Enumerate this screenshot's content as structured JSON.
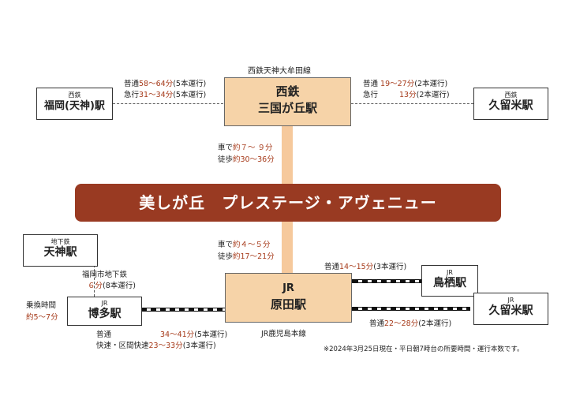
{
  "line_labels": {
    "nishitetsu_line": "西鉄天神大牟田線",
    "jr_line": "JR鹿児島本線"
  },
  "main_banner": "美しが丘　プレステージ・アヴェニュー",
  "stations": {
    "mikunigaoka": {
      "operator": "西鉄",
      "name": "三国が丘駅"
    },
    "harada": {
      "operator": "JR",
      "name": "原田駅"
    },
    "fukuoka_tenjin": {
      "operator": "西鉄",
      "name": "福岡(天神)駅"
    },
    "kurume_nishitetsu": {
      "operator": "西鉄",
      "name": "久留米駅"
    },
    "tenjin_subway": {
      "operator": "地下鉄",
      "name": "天神駅"
    },
    "hakata": {
      "operator": "JR",
      "name": "博多駅"
    },
    "tosu": {
      "operator": "JR",
      "name": "鳥栖駅"
    },
    "kurume_jr": {
      "operator": "JR",
      "name": "久留米駅"
    }
  },
  "routes": {
    "to_fukuoka": {
      "local_label": "普通",
      "local_time": "58～64分",
      "local_count": "(5本運行)",
      "express_label": "急行",
      "express_time": "31～34分",
      "express_count": "(5本運行)"
    },
    "to_kurume_nishitetsu": {
      "local_label": "普通",
      "local_time": "19～27分",
      "local_count": "(2本運行)",
      "express_label": "急行",
      "express_time": "13分",
      "express_count": "(2本運行)"
    },
    "mikunigaoka_access": {
      "car_label": "車で",
      "car_time": "約７～ ９分",
      "walk_label": "徒歩",
      "walk_time": "約30～36分"
    },
    "harada_access": {
      "car_label": "車で",
      "car_time": "約４～５分",
      "walk_label": "徒歩",
      "walk_time": "約17～21分"
    },
    "subway": {
      "line_name": "福岡市地下鉄",
      "time": "６分",
      "count": "(8本運行)"
    },
    "transfer": {
      "label": "乗換時間",
      "time": "約5～7分"
    },
    "to_hakata": {
      "local_label": "普通",
      "local_time": "34～41分",
      "local_count": "(5本運行)",
      "rapid_label": "快速・区間快速",
      "rapid_time": "23～33分",
      "rapid_count": "(3本運行)"
    },
    "to_tosu": {
      "label": "普通",
      "time": "14～15分",
      "count": "(3本運行)"
    },
    "to_kurume_jr": {
      "label": "普通",
      "time": "22～28分",
      "count": "(2本運行)"
    }
  },
  "footnote": "※2024年3月25日現在・平日朝7時台の所要時間・運行本数です。",
  "colors": {
    "banner": "#993a22",
    "station_fill": "#f6d3a8",
    "highlight_text": "#a63a1a"
  }
}
